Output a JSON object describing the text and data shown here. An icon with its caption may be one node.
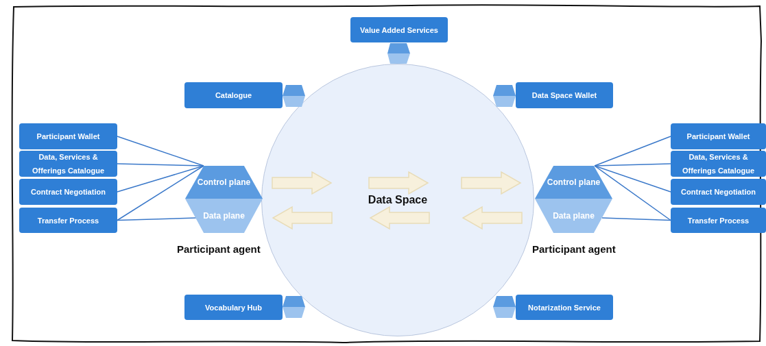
{
  "diagram": {
    "nodes": [
      {
        "text": [
          "Data Space"
        ]
      },
      {
        "text": [
          "Value Added Services"
        ]
      },
      {
        "text": [
          "Catalogue"
        ]
      },
      {
        "text": [
          "Data Space Wallet"
        ]
      },
      {
        "text": [
          "Vocabulary Hub"
        ]
      },
      {
        "text": [
          "Notarization Service"
        ]
      },
      {
        "text": [
          "Control plane"
        ]
      },
      {
        "text": [
          "Data plane"
        ]
      },
      {
        "text": [
          "Participant Wallet"
        ]
      },
      {
        "text": [
          "Data, Services & Offerings Catalogue"
        ]
      },
      {
        "text": [
          "Contract Negotiation"
        ]
      },
      {
        "text": [
          "Transfer Process"
        ]
      },
      {
        "text": [
          "Control plane"
        ]
      },
      {
        "text": [
          "Data plane"
        ]
      },
      {
        "text": [
          "Participant Wallet"
        ]
      },
      {
        "text": [
          "Data, Services & Offerings Catalogue"
        ]
      },
      {
        "text": [
          "Contract Negotiation"
        ]
      },
      {
        "text": [
          "Transfer Process"
        ]
      }
    ],
    "edges": [
      {
        "from": 6,
        "to": 8,
        "arrow": "none"
      },
      {
        "from": 6,
        "to": 9,
        "arrow": "none"
      },
      {
        "from": 6,
        "to": 10,
        "arrow": "none"
      },
      {
        "from": 6,
        "to": 11,
        "arrow": "none"
      },
      {
        "from": 7,
        "to": 11,
        "arrow": "none"
      },
      {
        "from": 12,
        "to": 14,
        "arrow": "none"
      },
      {
        "from": 12,
        "to": 15,
        "arrow": "none"
      },
      {
        "from": 12,
        "to": 16,
        "arrow": "none"
      },
      {
        "from": 12,
        "to": 17,
        "arrow": "none"
      },
      {
        "from": 13,
        "to": 17,
        "arrow": "none"
      }
    ],
    "labels": [
      "Participant agent",
      "Participant agent"
    ]
  }
}
